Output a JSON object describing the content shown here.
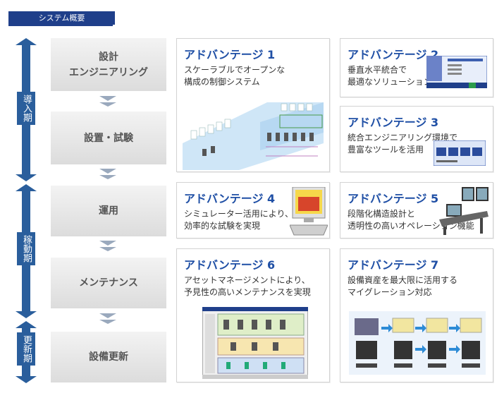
{
  "header": {
    "tab_label": "システム概要"
  },
  "phases": [
    {
      "label": "導入期"
    },
    {
      "label": "稼動期"
    },
    {
      "label": "更新期"
    }
  ],
  "steps": [
    {
      "label": "設計\nエンジニアリング"
    },
    {
      "label": "設置・試験"
    },
    {
      "label": "運用"
    },
    {
      "label": "メンテナンス"
    },
    {
      "label": "設備更新"
    }
  ],
  "advantages": [
    {
      "title": "アドバンテージ 1",
      "line1": "スケーラブルでオープンな",
      "line2": "構成の制御システム"
    },
    {
      "title": "アドバンテージ 2",
      "line1": "垂直水平統合で",
      "line2": "最適なソリューション"
    },
    {
      "title": "アドバンテージ 3",
      "line1": "統合エンジニアリング環境で",
      "line2": "豊富なツールを活用"
    },
    {
      "title": "アドバンテージ 4",
      "line1": "シミュレーター活用により、",
      "line2": "効率的な試験を実現"
    },
    {
      "title": "アドバンテージ 5",
      "line1": "段階化構造設計と",
      "line2": "透明性の高いオペレーション機能"
    },
    {
      "title": "アドバンテージ 6",
      "line1": "アセットマネージメントにより、",
      "line2": "予見性の高いメンテナンスを実現"
    },
    {
      "title": "アドバンテージ 7",
      "line1": "設備資産を最大限に活用する",
      "line2": "マイグレーション対応"
    }
  ],
  "colors": {
    "accent": "#1f4fa5",
    "phase": "#2a5e9c",
    "tab": "#1f3f8a"
  }
}
